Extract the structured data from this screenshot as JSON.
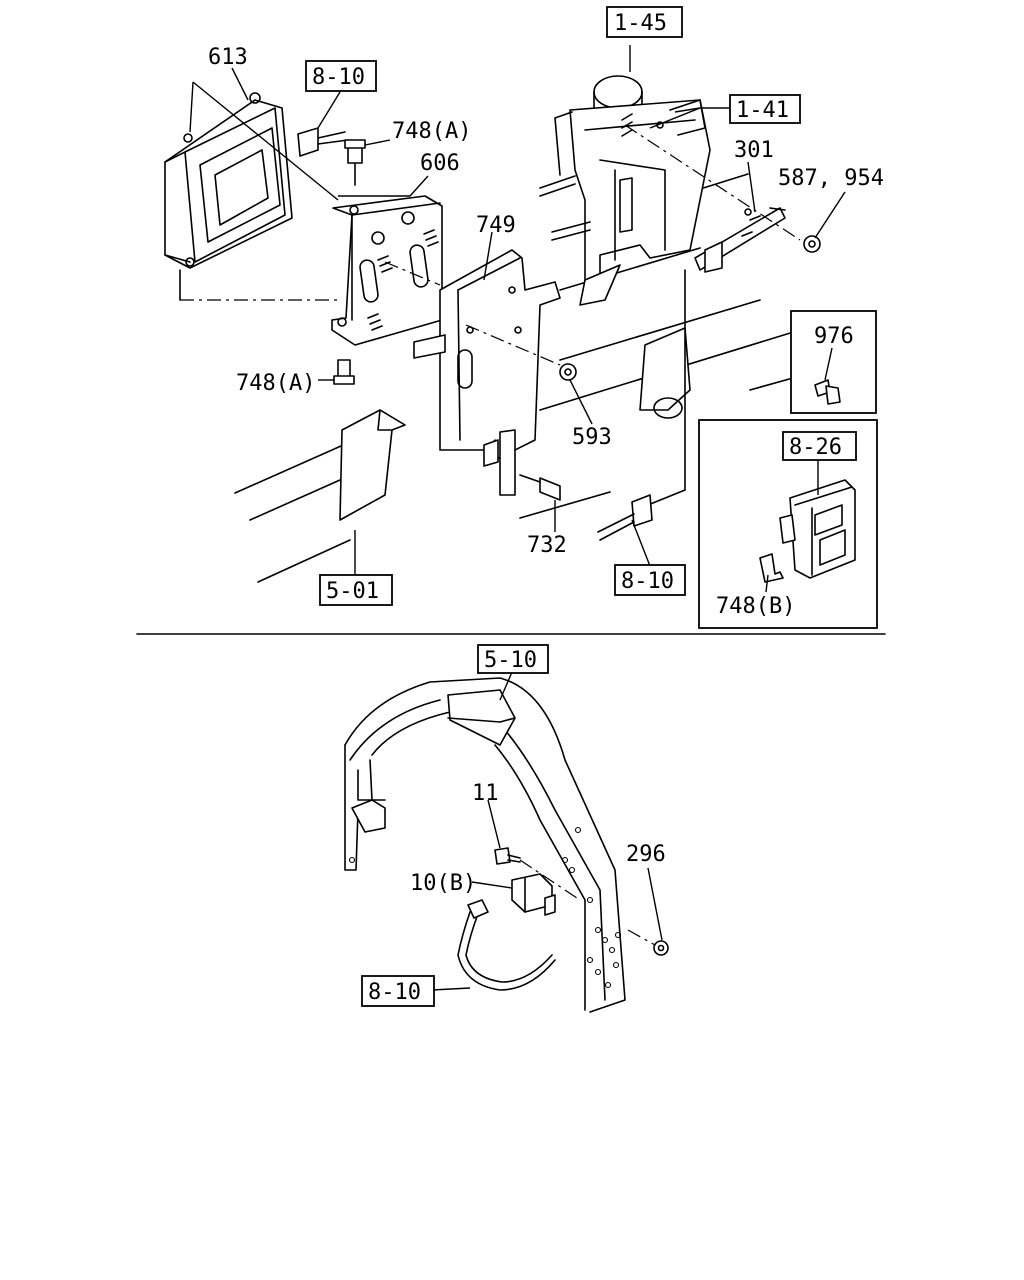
{
  "labels": {
    "l613": "613",
    "l748a_top": "748(A)",
    "l606": "606",
    "l749": "749",
    "l748a_bottom": "748(A)",
    "l593": "593",
    "l732": "732",
    "l301": "301",
    "l587": "587, 954",
    "l976": "976",
    "l748b": "748(B)",
    "l11": "11",
    "l10b": "10(B)",
    "l296": "296"
  },
  "refs": {
    "r810_top": "8-10",
    "r145": "1-45",
    "r141": "1-41",
    "r826": "8-26",
    "r501": "5-01",
    "r810_mid": "8-10",
    "r510": "5-10",
    "r810_bottom": "8-10"
  }
}
